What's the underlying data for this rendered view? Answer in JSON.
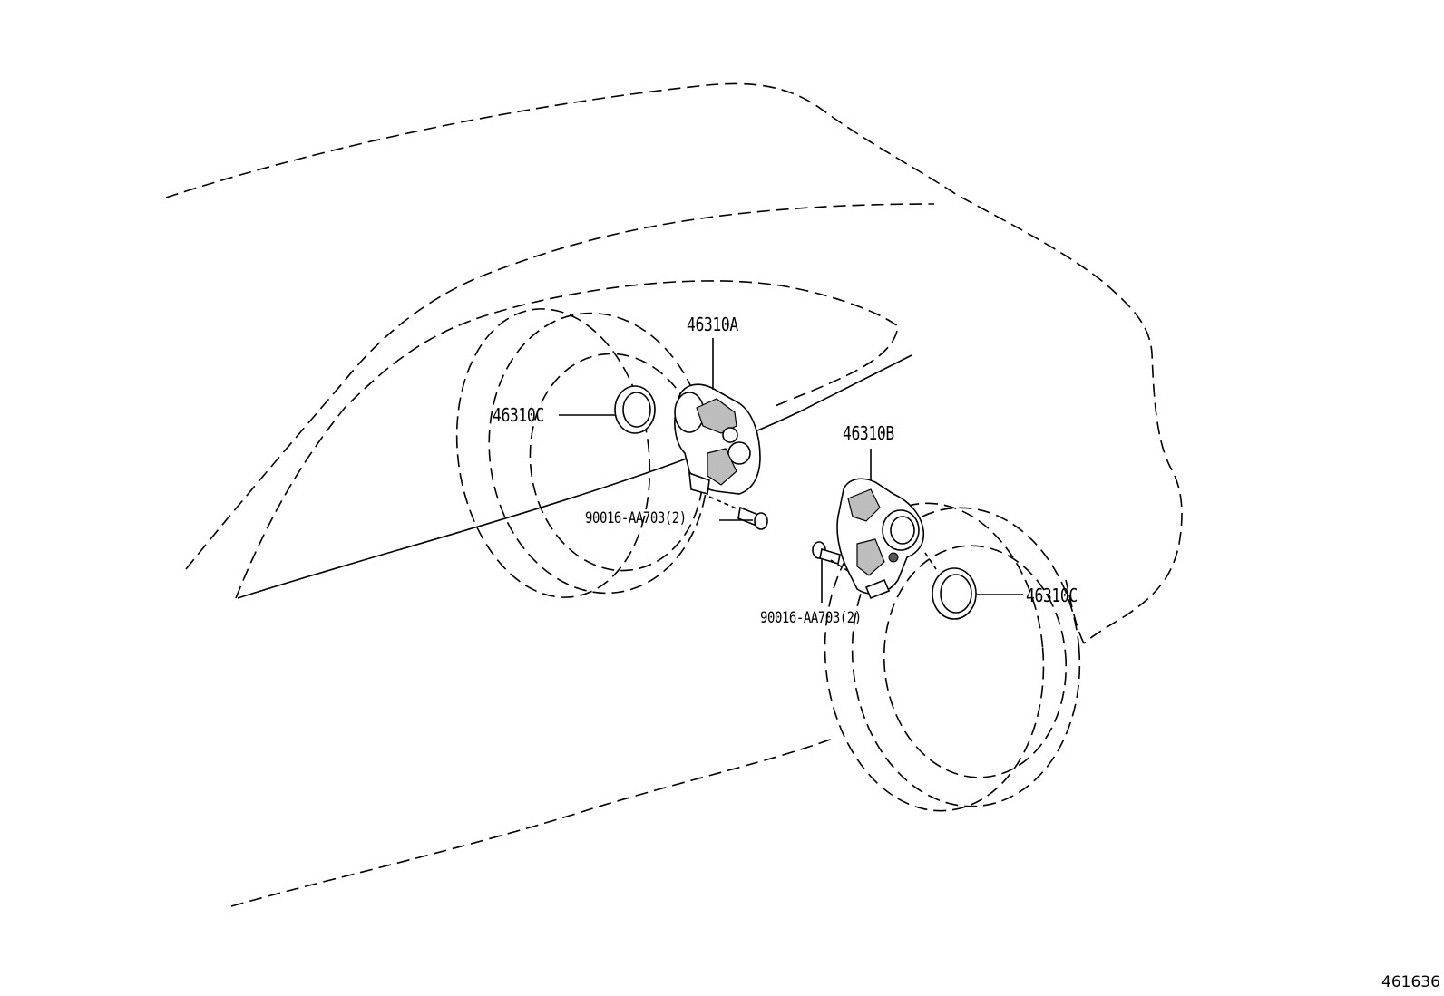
{
  "callouts": {
    "actuator_a": "46310A",
    "actuator_b": "46310B",
    "seal_left": "46310C",
    "seal_right": "46310C",
    "bolt_left": "90016-AA703(2)",
    "bolt_right": "90016-AA703(2)"
  },
  "figure_number": "461636"
}
